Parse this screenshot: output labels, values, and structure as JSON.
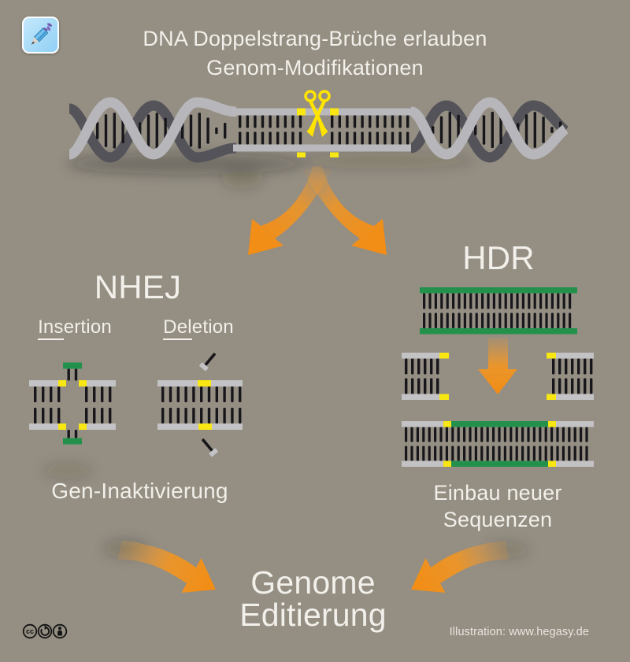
{
  "colors": {
    "background": "#948e83",
    "text": "#f2f0ea",
    "orange_arrow": "#f2941f",
    "yellow_cut": "#f8e712",
    "scissors_yellow": "#ffe400",
    "new_sequence_green": "#23914b",
    "strand_light_gray": "#c3c2c5",
    "strand_dark_gray": "#545359",
    "base_pair_black": "#17161a"
  },
  "header": {
    "title_line1": "DNA Doppelstrang-Brüche erlauben",
    "title_line2": "Genom-Modifikationen",
    "logo_icon": "dna-pencil-logo"
  },
  "cut_site": {
    "icon": "scissors-icon"
  },
  "nhej": {
    "heading": "NHEJ",
    "insertion_label": {
      "underlined": "Ins",
      "rest": "ertion"
    },
    "deletion_label": {
      "underlined": "Del",
      "rest": "etion"
    },
    "outcome": "Gen-Inaktivierung"
  },
  "hdr": {
    "heading": "HDR",
    "outcome_line1": "Einbau neuer",
    "outcome_line2": "Sequenzen"
  },
  "result": {
    "line1": "Genome",
    "line2": "Editierung"
  },
  "footer": {
    "license_icons": [
      "cc-icon",
      "share-alike-icon",
      "attribution-icon"
    ],
    "credit": "Illustration: www.hegasy.de"
  }
}
